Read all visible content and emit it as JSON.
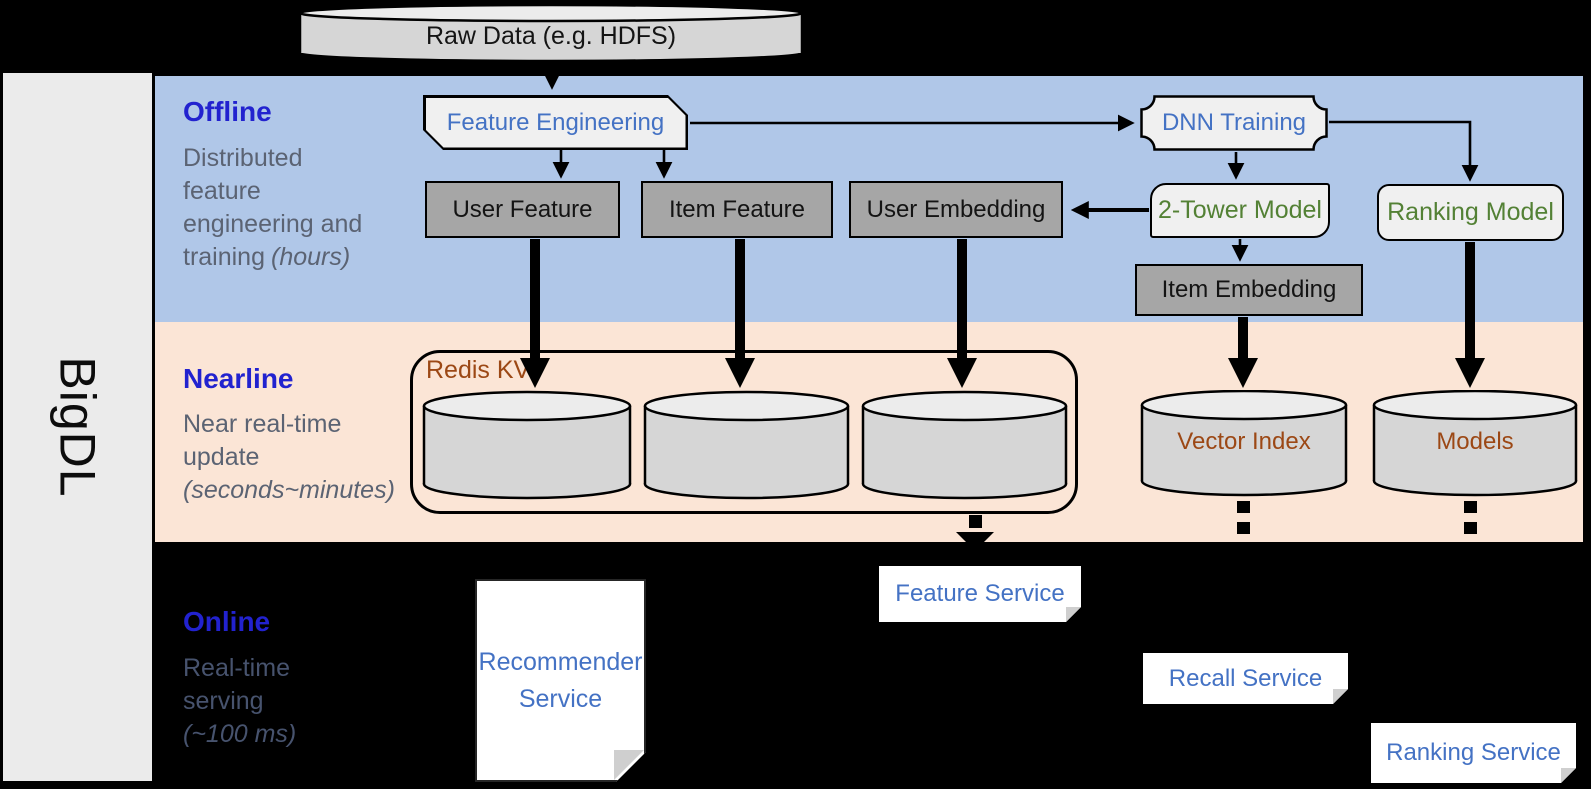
{
  "brand": {
    "name": "BigDL"
  },
  "raw_data": {
    "label": "Raw Data (e.g. HDFS)"
  },
  "sections": {
    "offline": {
      "title": "Offline",
      "description_lines": [
        "Distributed",
        "feature",
        "engineering and",
        "training"
      ],
      "duration": "(hours)"
    },
    "nearline": {
      "title": "Nearline",
      "description_lines": [
        "Near real-time",
        "update"
      ],
      "duration": "(seconds~minutes)"
    },
    "online": {
      "title": "Online",
      "description_lines": [
        "Real-time",
        "serving"
      ],
      "duration": "(~100 ms)"
    }
  },
  "nodes": {
    "feature_engineering": "Feature Engineering",
    "dnn_training": "DNN Training",
    "user_feature": "User Feature",
    "item_feature": "Item Feature",
    "user_embedding": "User Embedding",
    "two_tower_model": "2-Tower Model",
    "ranking_model": "Ranking Model",
    "item_embedding": "Item Embedding",
    "redis_kv": "Redis KV",
    "vector_index": "Vector Index",
    "models": "Models",
    "recommender_service": "Recommender Service",
    "feature_service": "Feature Service",
    "recall_service": "Recall Service",
    "ranking_service": "Ranking Service"
  },
  "colors": {
    "offline_band": "#b0c7e8",
    "nearline_band": "#fbe5d6",
    "online_band": "#000000",
    "sidebar": "#ebebeb",
    "section_title_blue": "#2222cf",
    "node_text_blue": "#4472c4",
    "node_text_green": "#538135",
    "node_text_brown": "#9c4815",
    "gray_box_fill": "#a6a6a6",
    "light_box_fill": "#f0f0f0",
    "cylinder_fill": "#d6d6d6"
  }
}
